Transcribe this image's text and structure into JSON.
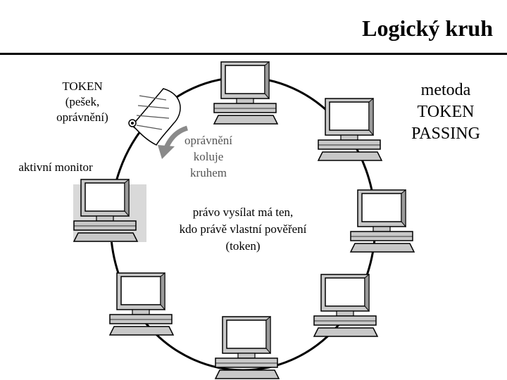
{
  "header": {
    "title": "Logický kruh"
  },
  "diagram": {
    "token_label": [
      "TOKEN",
      "(pešek,",
      "oprávnění)"
    ],
    "monitor_label": "aktivní monitor",
    "passing_label": [
      "metoda",
      "TOKEN",
      "PASSING"
    ],
    "circulate_label": [
      "oprávnění",
      "koluje",
      "kruhem"
    ],
    "rule_label": [
      "právo vysílat má ten,",
      "kdo právě vlastní pověření",
      "(token)"
    ]
  },
  "colors": {
    "ring": "#000000",
    "monitor_case": "#c8c8c8",
    "screen": "#ffffff",
    "arrow": "#8a8a8a",
    "highlight_shadow": "#d9d9d9"
  },
  "icons": {
    "computer": "computer-icon",
    "token": "token-pennant-icon",
    "arrow": "curved-arrow-icon"
  }
}
